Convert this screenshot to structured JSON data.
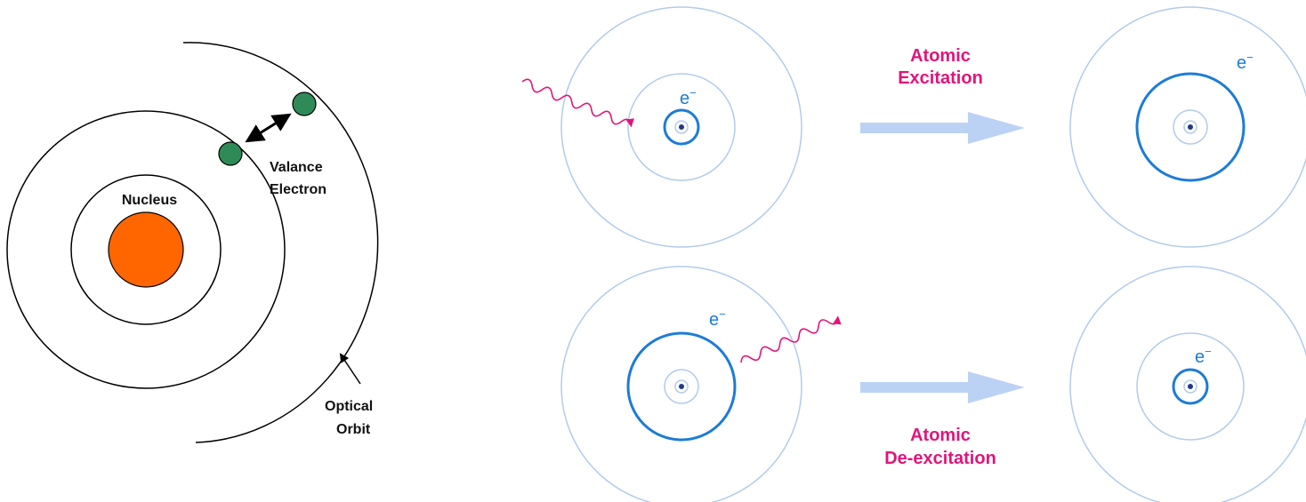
{
  "colors": {
    "nucleus_fill": "#ff6600",
    "valence_electron_fill": "#2e8b57",
    "orbit_line": "#000000",
    "faint_orbit": "#b3cbed",
    "active_orbit": "#1c7cd6",
    "photon": "#e0157a",
    "arrow": "#bcd2f5",
    "caption_pink": "#e0157a",
    "core_dot": "#1e3a8a"
  },
  "left_diagram": {
    "nucleus_label": "Nucleus",
    "valence_label_line1": "Valance",
    "valence_label_line2": "Electron",
    "optical_label_line1": "Optical",
    "optical_label_line2": "Orbit"
  },
  "right_diagram": {
    "excitation_caption_line1": "Atomic",
    "excitation_caption_line2": "Excitation",
    "deexcitation_caption_line1": "Atomic",
    "deexcitation_caption_line2": "De-excitation",
    "electron_symbol": "e",
    "electron_charge": "−"
  }
}
